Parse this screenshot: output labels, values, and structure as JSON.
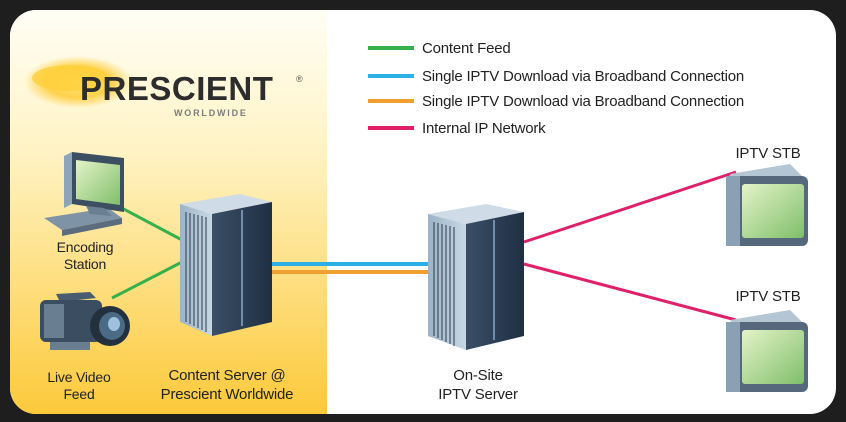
{
  "logo": {
    "word": "PRESCIENT",
    "sub": "WORLDWIDE",
    "mark": "®"
  },
  "legend": [
    {
      "label": "Content Feed",
      "color": "#35b04a"
    },
    {
      "label": "Single IPTV Download via Broadband Connection",
      "color": "#2bb0e6"
    },
    {
      "label": "Single IPTV Download via Broadband Connection",
      "color": "#f0a030"
    },
    {
      "label": "Internal  IP Network",
      "color": "#e0206a"
    }
  ],
  "nodes": {
    "encoding_station": "Encoding\nStation",
    "live_video_feed": "Live Video\nFeed",
    "content_server": "Content Server @\nPrescient Worldwide",
    "onsite_server": "On-Site\nIPTV Server",
    "stb_top": "IPTV STB",
    "stb_bottom": "IPTV STB"
  },
  "colors": {
    "panel_yellow": "#fcc93a",
    "frame": "#1e1e1e"
  }
}
